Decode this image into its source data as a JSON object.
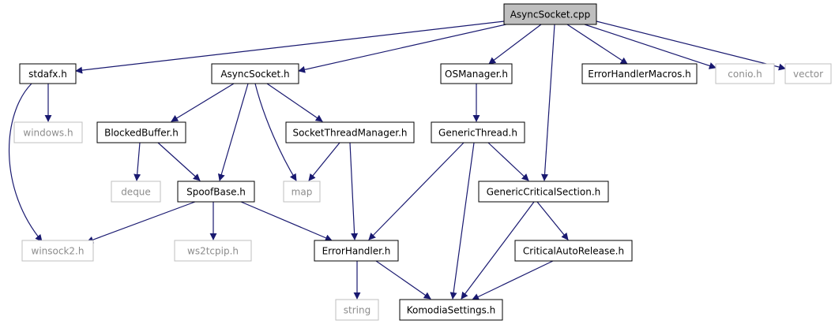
{
  "colors": {
    "edge": "#191970",
    "external_border": "#bfbfbf",
    "root_fill": "#bfbfbf",
    "external_text": "#8c8c8c"
  },
  "nodes": {
    "asyncsocket_cpp": "AsyncSocket.cpp",
    "stdafx_h": "stdafx.h",
    "asyncsocket_h": "AsyncSocket.h",
    "osmanager_h": "OSManager.h",
    "errorhandlermacros_h": "ErrorHandlerMacros.h",
    "conio_h": "conio.h",
    "vector": "vector",
    "windows_h": "windows.h",
    "blockedbuffer_h": "BlockedBuffer.h",
    "socketthreadmanager_h": "SocketThreadManager.h",
    "genericthread_h": "GenericThread.h",
    "deque": "deque",
    "spoofbase_h": "SpoofBase.h",
    "map": "map",
    "genericcriticalsection_h": "GenericCriticalSection.h",
    "winsock2_h": "winsock2.h",
    "ws2tcpip_h": "ws2tcpip.h",
    "errorhandler_h": "ErrorHandler.h",
    "criticalautorelease_h": "CriticalAutoRelease.h",
    "string": "string",
    "komodiasettings_h": "KomodiaSettings.h"
  }
}
